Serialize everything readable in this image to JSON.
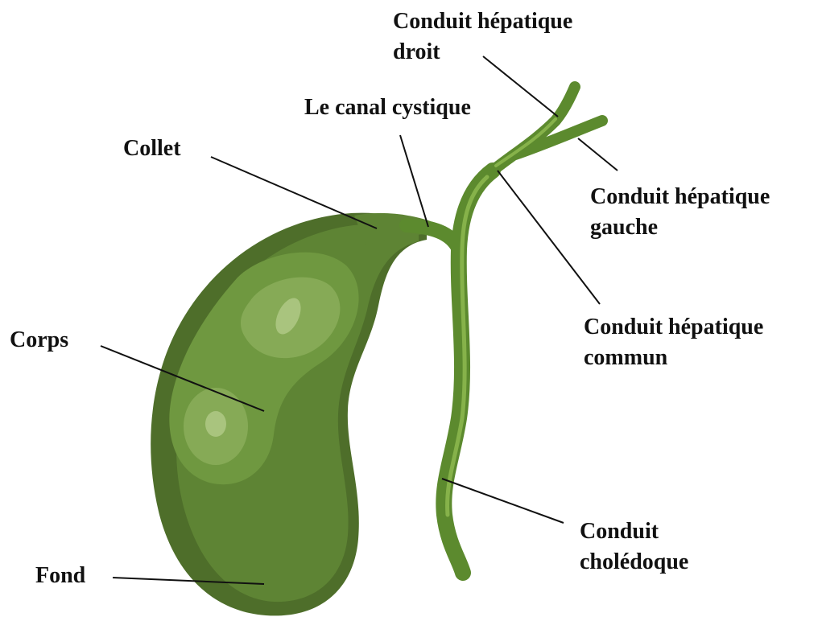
{
  "diagram": {
    "colors": {
      "organ_dark": "#4e6e2a",
      "organ_base": "#5e8434",
      "organ_mid": "#6f9840",
      "organ_light": "#86aa56",
      "organ_highlight": "#a9c47e",
      "duct_base": "#5c8a2e",
      "duct_light": "#86b24a",
      "leader_line": "#111111"
    },
    "labels": {
      "right_hepatic_duct": [
        "Conduit hépatique",
        "droit"
      ],
      "cystic_duct": "Le canal cystique",
      "neck": "Collet",
      "left_hepatic_duct": [
        "Conduit hépatique",
        "gauche"
      ],
      "common_hepatic_duct": [
        "Conduit hépatique",
        "commun"
      ],
      "body": "Corps",
      "common_bile_duct": [
        "Conduit",
        "cholédoque"
      ],
      "fundus": "Fond"
    }
  }
}
